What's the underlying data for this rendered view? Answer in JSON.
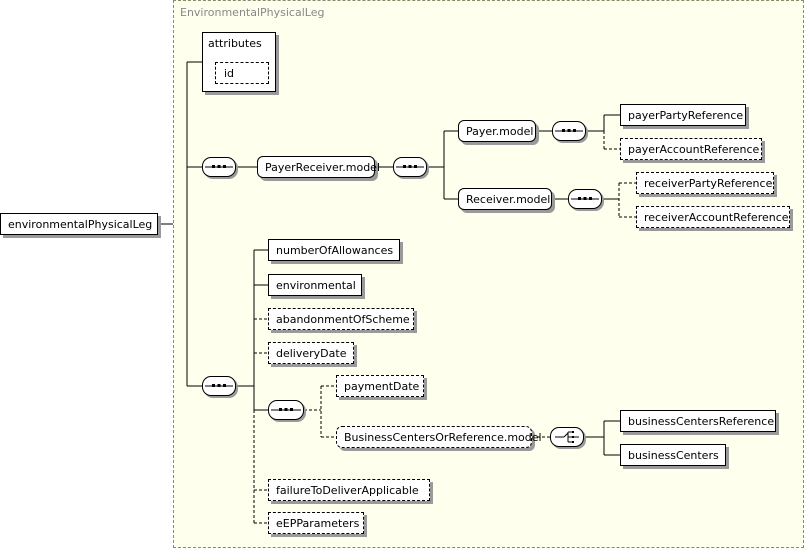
{
  "type_title": "EnvironmentalPhysicalLeg",
  "root": {
    "label": "environmentalPhysicalLeg"
  },
  "attributes": {
    "label": "attributes",
    "id_label": "id"
  },
  "payer_receiver_model": "PayerReceiver.model",
  "payer_model": "Payer.model",
  "receiver_model": "Receiver.model",
  "payer_party_reference": "payerPartyReference",
  "payer_account_reference": "payerAccountReference",
  "receiver_party_reference": "receiverPartyReference",
  "receiver_account_reference": "receiverAccountReference",
  "number_of_allowances": "numberOfAllowances",
  "environmental": "environmental",
  "abandonment_of_scheme": "abandonmentOfScheme",
  "delivery_date": "deliveryDate",
  "payment_date": "paymentDate",
  "business_centers_or_reference_model": "BusinessCentersOrReference.model",
  "business_centers_reference": "businessCentersReference",
  "business_centers": "businessCenters",
  "failure_to_deliver_applicable": "failureToDeliverApplicable",
  "eep_parameters": "eEPParameters",
  "colors": {
    "panel_fill": "#ffffee",
    "panel_border": "#8a8a6a",
    "shadow": "#9a9a9a"
  }
}
